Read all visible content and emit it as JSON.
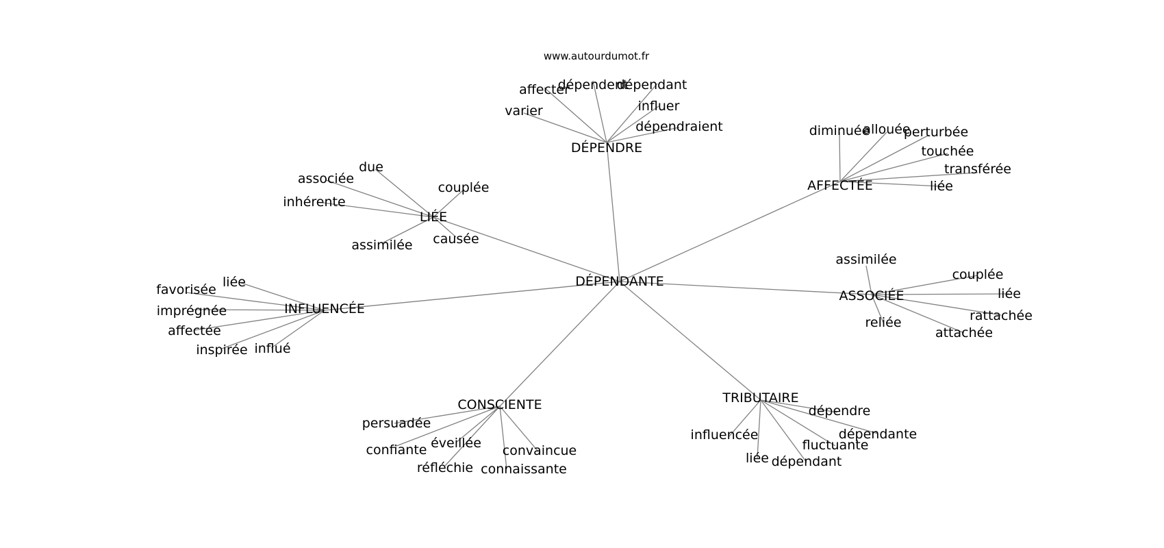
{
  "source": "www.autourdumot.fr",
  "edge_color": "#808080",
  "text_color": "#000000",
  "graph": {
    "center": "DÉPENDANTE",
    "clusters": [
      {
        "id": "dependre",
        "hub": "DÉPENDRE",
        "leaves": [
          "affecter",
          "dépendent",
          "dépendant",
          "influer",
          "varier",
          "dépendraient"
        ]
      },
      {
        "id": "affectee",
        "hub": "AFFECTÉE",
        "leaves": [
          "diminuée",
          "allouée",
          "perturbée",
          "touchée",
          "transférée",
          "liée"
        ]
      },
      {
        "id": "liee",
        "hub": "LIÉE",
        "leaves": [
          "due",
          "associée",
          "couplée",
          "inhérente",
          "assimilée",
          "causée"
        ]
      },
      {
        "id": "associee",
        "hub": "ASSOCIÉE",
        "leaves": [
          "assimilée",
          "couplée",
          "liée",
          "rattachée",
          "reliée",
          "attachée"
        ]
      },
      {
        "id": "influencee",
        "hub": "INFLUENCÉE",
        "leaves": [
          "liée",
          "favorisée",
          "imprégnée",
          "affectée",
          "inspirée",
          "influé"
        ]
      },
      {
        "id": "consciente",
        "hub": "CONSCIENTE",
        "leaves": [
          "persuadée",
          "confiante",
          "éveillée",
          "convaincue",
          "réfléchie",
          "connaissante"
        ]
      },
      {
        "id": "tributaire",
        "hub": "TRIBUTAIRE",
        "leaves": [
          "dépendre",
          "dépendante",
          "influencée",
          "fluctuante",
          "liée",
          "dépendant"
        ]
      }
    ]
  }
}
